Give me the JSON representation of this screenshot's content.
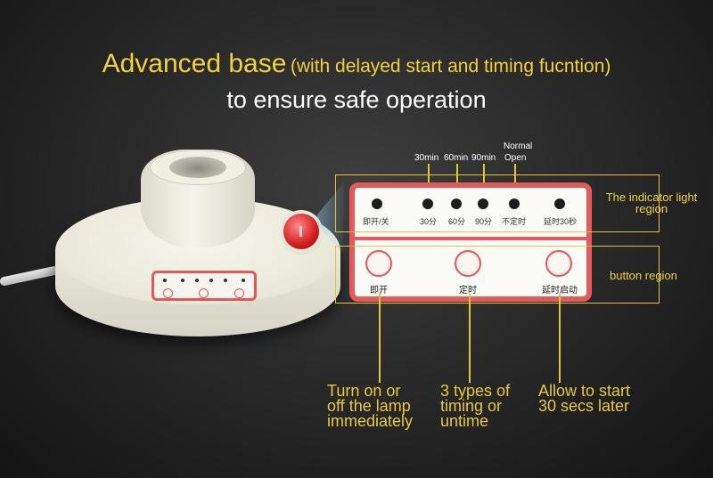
{
  "headline": {
    "main": "Advanced base",
    "paren": "(with delayed start and timing fucntion)",
    "sub": "to ensure safe operation"
  },
  "indicators": {
    "top_labels": [
      "30min",
      "60min",
      "90min",
      "Normal",
      "Open"
    ],
    "led_labels": [
      "即开/关",
      "30分",
      "60分",
      "90分",
      "不定时",
      "延时30秒"
    ]
  },
  "buttons": {
    "labels": [
      "即开",
      "定时",
      "延时启动"
    ]
  },
  "regions": {
    "indicator_line1": "The indicator light",
    "indicator_line2": "region",
    "button": "button region"
  },
  "captions": {
    "left": [
      "Turn on or",
      "off the lamp",
      "immediately"
    ],
    "middle": [
      "3 types of",
      "timing or",
      "untime"
    ],
    "right": [
      "Allow to start",
      "30 secs later"
    ]
  },
  "colors": {
    "accent_yellow": "#f2d23a",
    "panel_red": "#e35a5a",
    "background": "#262626"
  }
}
